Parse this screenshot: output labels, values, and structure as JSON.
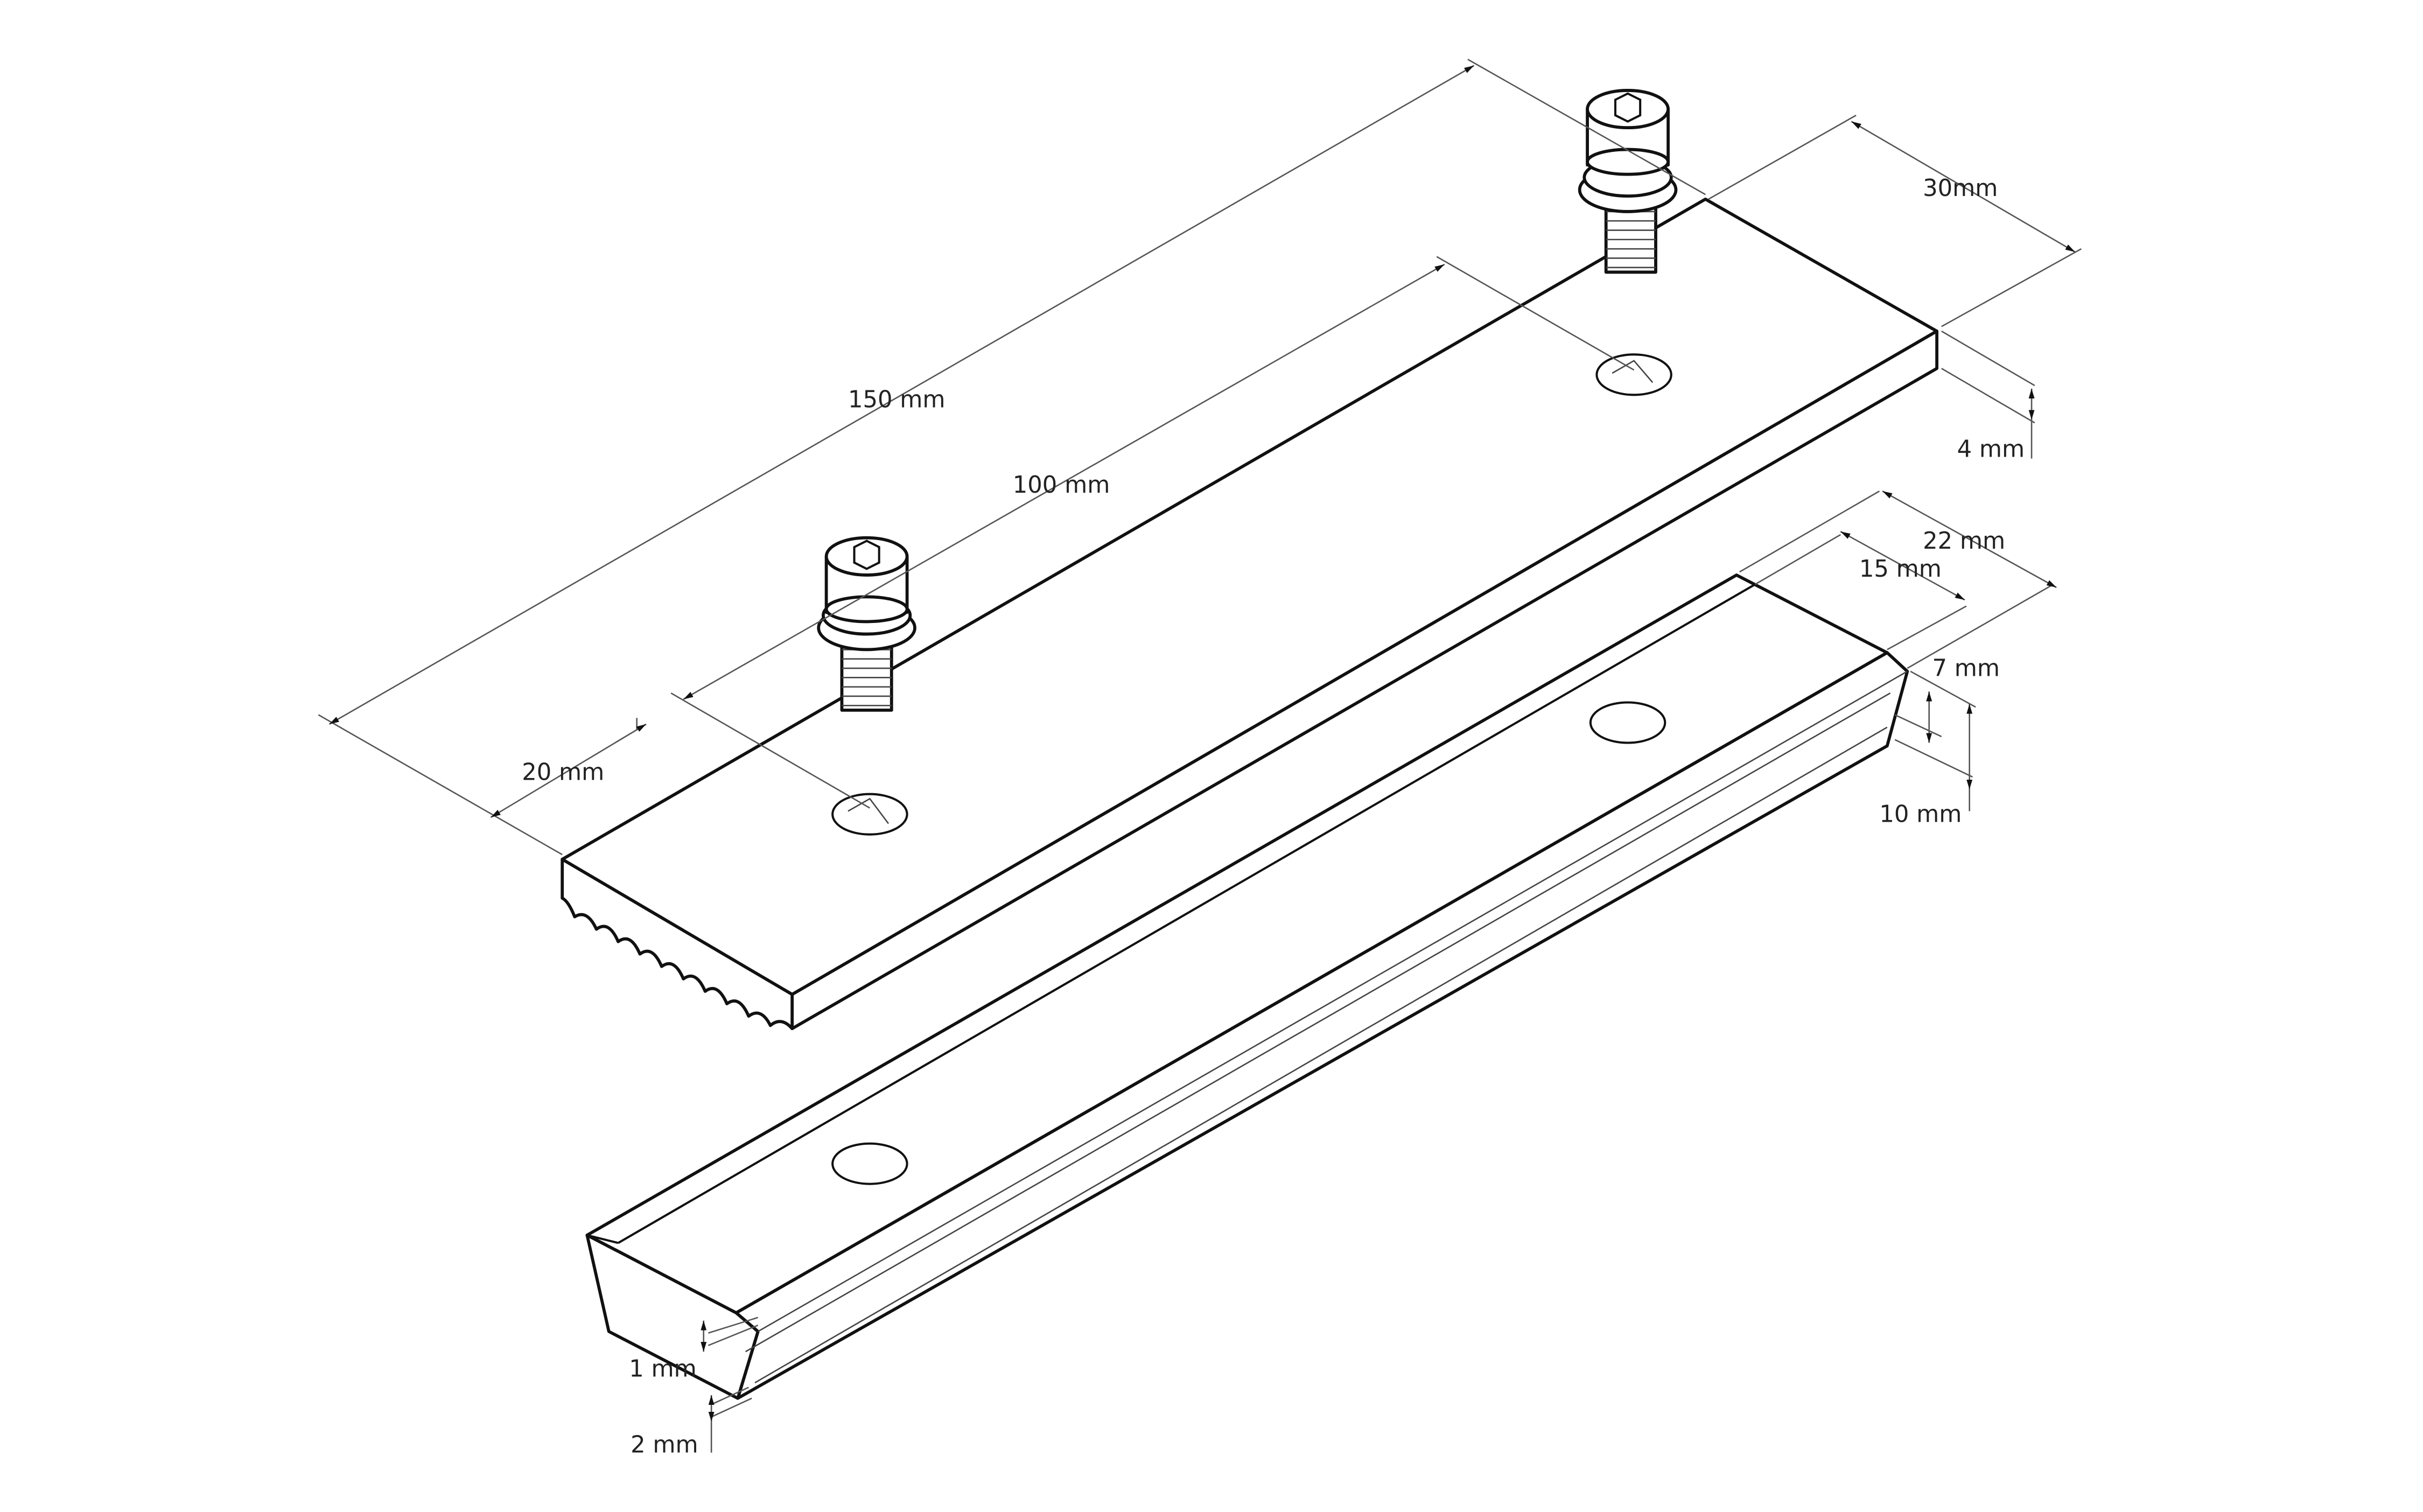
{
  "title": "Clamp plate and rail assembly with dimensions",
  "dimensions": {
    "overall_length": "150 mm",
    "hole_spacing": "100 mm",
    "hole_offset": "20 mm",
    "plate_width": "30mm",
    "plate_thickness": "4 mm",
    "rail_width": "22 mm",
    "rail_top_width": "15 mm",
    "rail_upper_height": "7 mm",
    "rail_height": "10 mm",
    "groove_depth": "1 mm",
    "base_step": "2 mm"
  },
  "colors": {
    "line": "#111111",
    "dimension": "#555555",
    "background": "#ffffff"
  }
}
